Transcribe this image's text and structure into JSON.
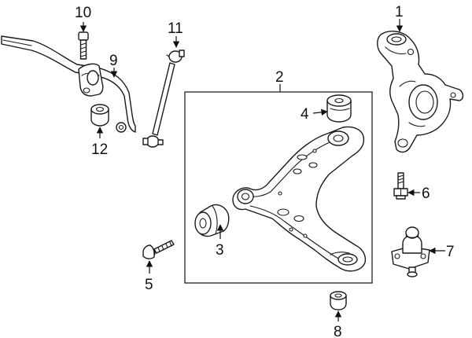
{
  "callouts": {
    "p1": "1",
    "p2": "2",
    "p3": "3",
    "p4": "4",
    "p5": "5",
    "p6": "6",
    "p7": "7",
    "p8": "8",
    "p9": "9",
    "p10": "10",
    "p11": "11",
    "p12": "12"
  },
  "colors": {
    "line": "#1a1a1a",
    "background": "#ffffff"
  }
}
